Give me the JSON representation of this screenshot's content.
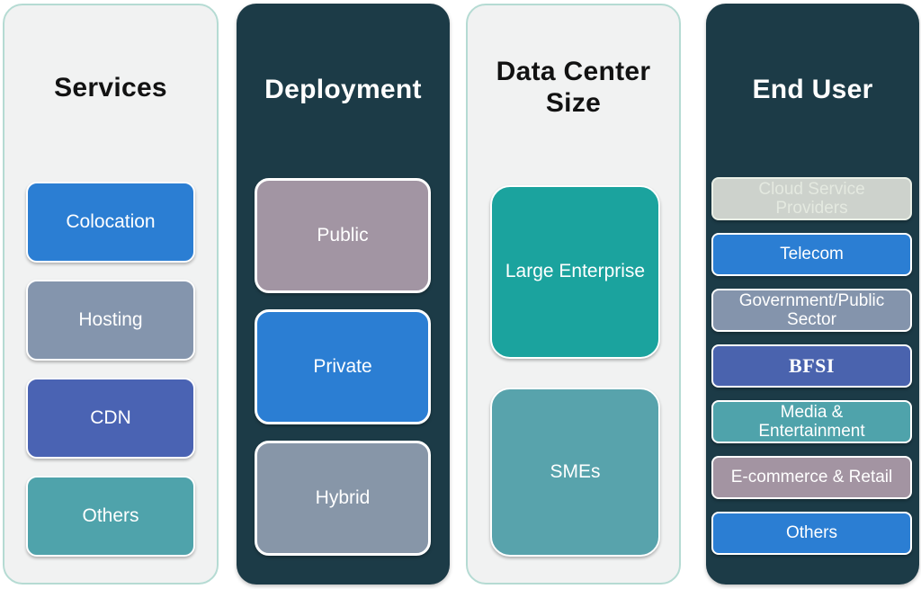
{
  "palette": {
    "panel_light_bg": "#f1f2f2",
    "panel_light_border": "#b5dbd3",
    "panel_dark_bg": "#1c3b47",
    "card_border": "#ffffff",
    "blue": "#2b7ed3",
    "slate": "#8495ad",
    "indigo": "#4a63b3",
    "teal": "#4fa3ab",
    "teal_dark": "#1ba39e",
    "teal_mid": "#58a3ac",
    "mauve": "#a295a3",
    "gray_card": "#cdd2cc"
  },
  "columns": [
    {
      "title": "Services",
      "items": [
        {
          "label": "Colocation",
          "bg": "#2b7ed3",
          "fg": "#ffffff"
        },
        {
          "label": "Hosting",
          "bg": "#8495ad",
          "fg": "#ffffff"
        },
        {
          "label": "CDN",
          "bg": "#4a63b3",
          "fg": "#ffffff"
        },
        {
          "label": "Others",
          "bg": "#4fa3ab",
          "fg": "#ffffff"
        }
      ]
    },
    {
      "title": "Deployment",
      "items": [
        {
          "label": "Public",
          "bg": "#a295a3",
          "fg": "#ffffff"
        },
        {
          "label": "Private",
          "bg": "#2b7ed3",
          "fg": "#ffffff"
        },
        {
          "label": "Hybrid",
          "bg": "#8796a8",
          "fg": "#ffffff"
        }
      ]
    },
    {
      "title": "Data Center Size",
      "items": [
        {
          "label": "Large Enterprise",
          "bg": "#1ba39e",
          "fg": "#ffffff"
        },
        {
          "label": "SMEs",
          "bg": "#58a3ac",
          "fg": "#ffffff"
        }
      ]
    },
    {
      "title": "End User",
      "items": [
        {
          "label": "Cloud Service\nProviders",
          "bg": "#cdd2cc",
          "fg": "#e4e9e0"
        },
        {
          "label": "Telecom",
          "bg": "#2b7ed3",
          "fg": "#ffffff"
        },
        {
          "label": "Government/Public\nSector",
          "bg": "#8494ac",
          "fg": "#ffffff"
        },
        {
          "label": "BFSI",
          "bg": "#4a63ae",
          "fg": "#ffffff"
        },
        {
          "label": "Media &\nEntertainment",
          "bg": "#4fa3ab",
          "fg": "#ffffff"
        },
        {
          "label": "E-commerce & Retail",
          "bg": "#a394a2",
          "fg": "#ffffff"
        },
        {
          "label": "Others",
          "bg": "#2b7ed3",
          "fg": "#ffffff"
        }
      ]
    }
  ]
}
